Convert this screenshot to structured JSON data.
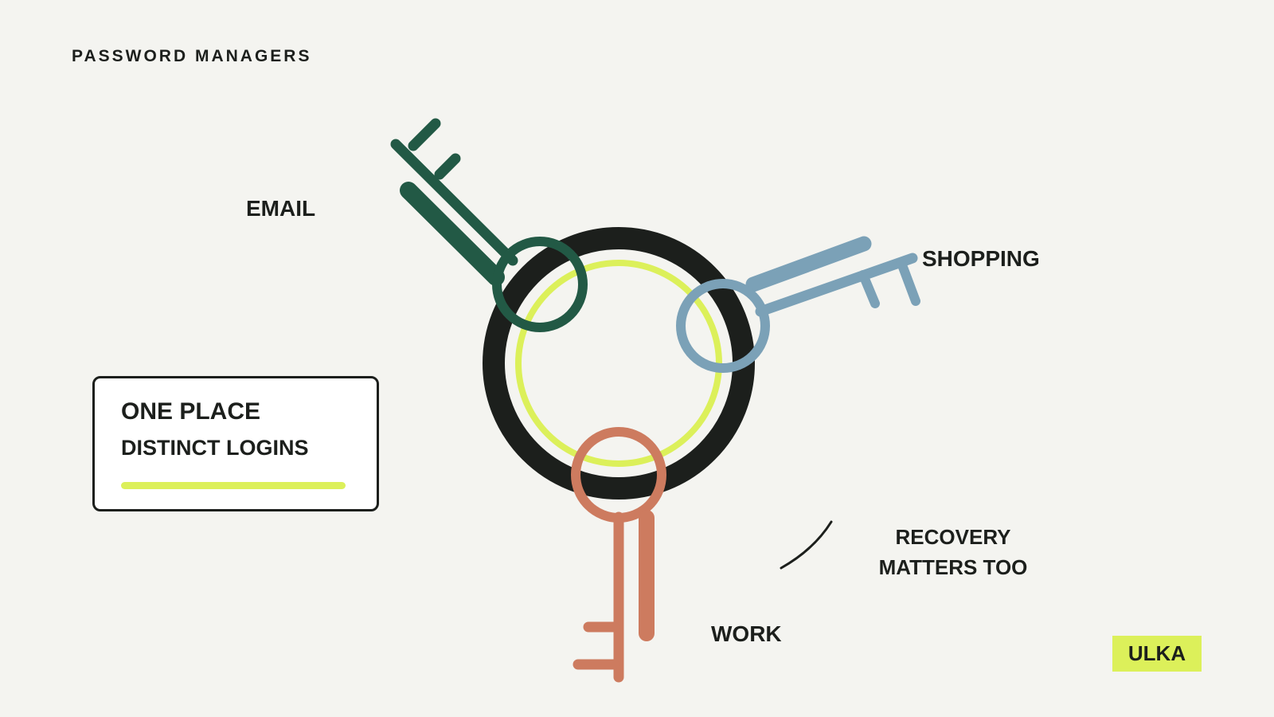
{
  "header": {
    "eyebrow": "PASSWORD MANAGERS"
  },
  "keys": {
    "email": {
      "label": "EMAIL",
      "color": "#225945"
    },
    "shopping": {
      "label": "SHOPPING",
      "color": "#7ba1b7"
    },
    "work": {
      "label": "WORK",
      "color": "#cd7b5f"
    }
  },
  "note": {
    "line1": "RECOVERY",
    "line2": "MATTERS TOO"
  },
  "callout": {
    "line1": "ONE PLACE",
    "line2": "DISTINCT LOGINS"
  },
  "brand": {
    "name": "ULKA"
  },
  "colors": {
    "background": "#f4f4f0",
    "ink": "#1c1f1c",
    "accent": "#dcf05a"
  }
}
